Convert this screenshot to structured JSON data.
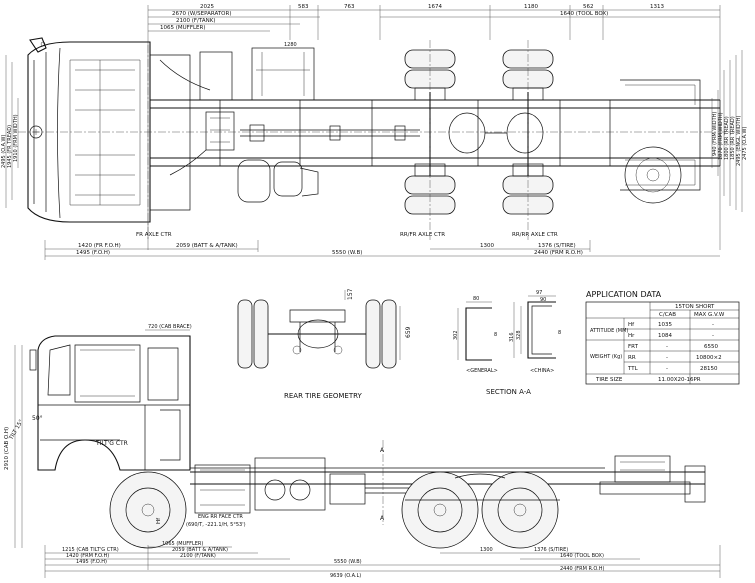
{
  "plan_view": {
    "top_dims": [
      "2025",
      "2670 (W/SEPARATOR)",
      "2100 (F/TANK)",
      "1065 (MUFFLER)",
      "583",
      "763",
      "1674",
      "1180",
      "562",
      "1640 (TOOL BOX)",
      "1313",
      "1280"
    ],
    "bottom_dims": [
      "1420 (FR F.O.H)",
      "1495 (F.O.H)",
      "2059 (BATT & A/TANK)",
      "5550 (W.B)",
      "1300",
      "1376 (S/TIRE)",
      "2440 (FRM R.O.H)"
    ],
    "axle_labels": [
      "FR AXLE CTR",
      "RR/FR AXLE CTR",
      "RR/RR AXLE CTR"
    ],
    "left_side_dims": [
      "2495 (O.A.W)",
      "1945 (FR TREAD)",
      "1910 (FRM WIDTH)"
    ],
    "right_side_dims": [
      "940 (FRM WIDTH)",
      "1870 (FRM WIDTH)",
      "1800 (RR TREAD)",
      "1850 (RR TREAD)",
      "2495 (ENGL WIDTH)",
      "2475 (O.A.W)"
    ]
  },
  "rear_tire": {
    "title": "REAR TIRE GEOMETRY",
    "dims": [
      "157",
      "659"
    ]
  },
  "section_aa": {
    "title": "SECTION A-A",
    "general_label": "<GENERAL>",
    "china_label": "<CHINA>",
    "general_dims": [
      "80",
      "302",
      "8"
    ],
    "china_dims": [
      "97",
      "90",
      "316",
      "328",
      "8"
    ]
  },
  "application_data": {
    "title": "APPLICATION DATA",
    "header_main": "15TON SHORT",
    "col1": "C/CAB",
    "col2": "MAX G.V.W",
    "attitude": {
      "label": "ATTITUDE (MM)",
      "rows": [
        {
          "k": "Hf",
          "v1": "1035",
          "v2": "-"
        },
        {
          "k": "Hr",
          "v1": "1084",
          "v2": "-"
        }
      ]
    },
    "weight": {
      "label": "WEIGHT (Kg)",
      "rows": [
        {
          "k": "FRT",
          "v1": "-",
          "v2": "6550"
        },
        {
          "k": "RR",
          "v1": "-",
          "v2": "10800×2"
        },
        {
          "k": "TTL",
          "v1": "-",
          "v2": "28150"
        }
      ]
    },
    "tire_size_label": "TIRE SIZE",
    "tire_size_value": "11.00X20-16PR"
  },
  "side_view": {
    "top_dims": [
      "720 (CAB BRACE)"
    ],
    "tilt_angle": "50°",
    "tilt_label": "TILT 15°",
    "tilt_ctr": "TILT'G CTR",
    "height_dim": "2910 (CAB O.H)",
    "hf": "Hf",
    "eng_rr_face": "ENG RR FACE CTR",
    "eng_note": "(690/T, -221.1/H, 5°53')",
    "bottom_dims": [
      "1215 (CAB TILT'G CTR)",
      "1420 (FRM F.O.H)",
      "1495 (F.O.H)",
      "1065 (MUFFLER)",
      "2059 (BATT & A/TANK)",
      "2100 (F/TANK)",
      "5550 (W.B)",
      "1300",
      "1376 (S/TIRE)",
      "1640 (TOOL BOX)",
      "2440 (FRM R.O.H)",
      "9639 (O.A.L)"
    ],
    "section_mark": "A"
  },
  "colors": {
    "line": "#111111",
    "background": "#ffffff",
    "tire_fill": "#f4f4f4"
  }
}
